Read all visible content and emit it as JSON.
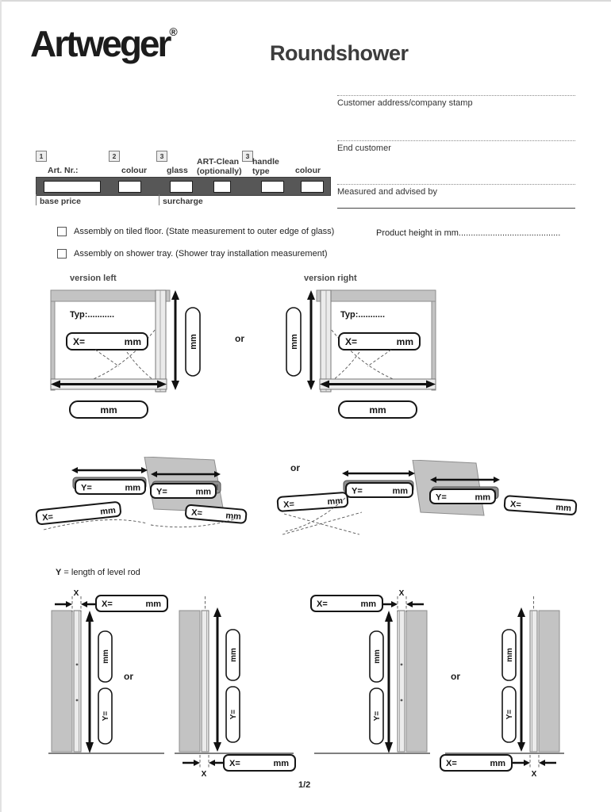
{
  "header": {
    "logo_part1": "Art",
    "logo_part2": "weger",
    "registered": "®",
    "title": "Roundshower"
  },
  "customer": {
    "address_label": "Customer address/company stamp",
    "end_customer_label": "End customer",
    "measured_label": "Measured and advised by",
    "product_height_label": "Product height in mm.........................................."
  },
  "order_form": {
    "markers": [
      "1",
      "2",
      "3",
      "3"
    ],
    "art_nr_label": "Art. Nr.:",
    "colour_label_1": "colour",
    "glass_label": "glass",
    "art_clean_line1": "ART-Clean",
    "art_clean_line2": "(optionally)",
    "handle_line1": "handle",
    "handle_line2": "type",
    "colour_label_2": "colour",
    "base_price_label": "base price",
    "surcharge_label": "surcharge"
  },
  "assembly_options": [
    {
      "label": "Assembly on tiled floor. (State measurement to outer edge of glass)"
    },
    {
      "label": "Assembly on shower tray. (Shower tray installation measurement)"
    }
  ],
  "labels": {
    "version_left": "version left",
    "version_right": "version right",
    "or": "or",
    "typ": "Typ:...........",
    "x_eq": "X=",
    "y_eq": "Y=",
    "mm": "mm",
    "x": "X",
    "note_bold": "Y",
    "note_rest": " = length of level rod"
  },
  "footer": {
    "page_indicator": "1/2"
  }
}
